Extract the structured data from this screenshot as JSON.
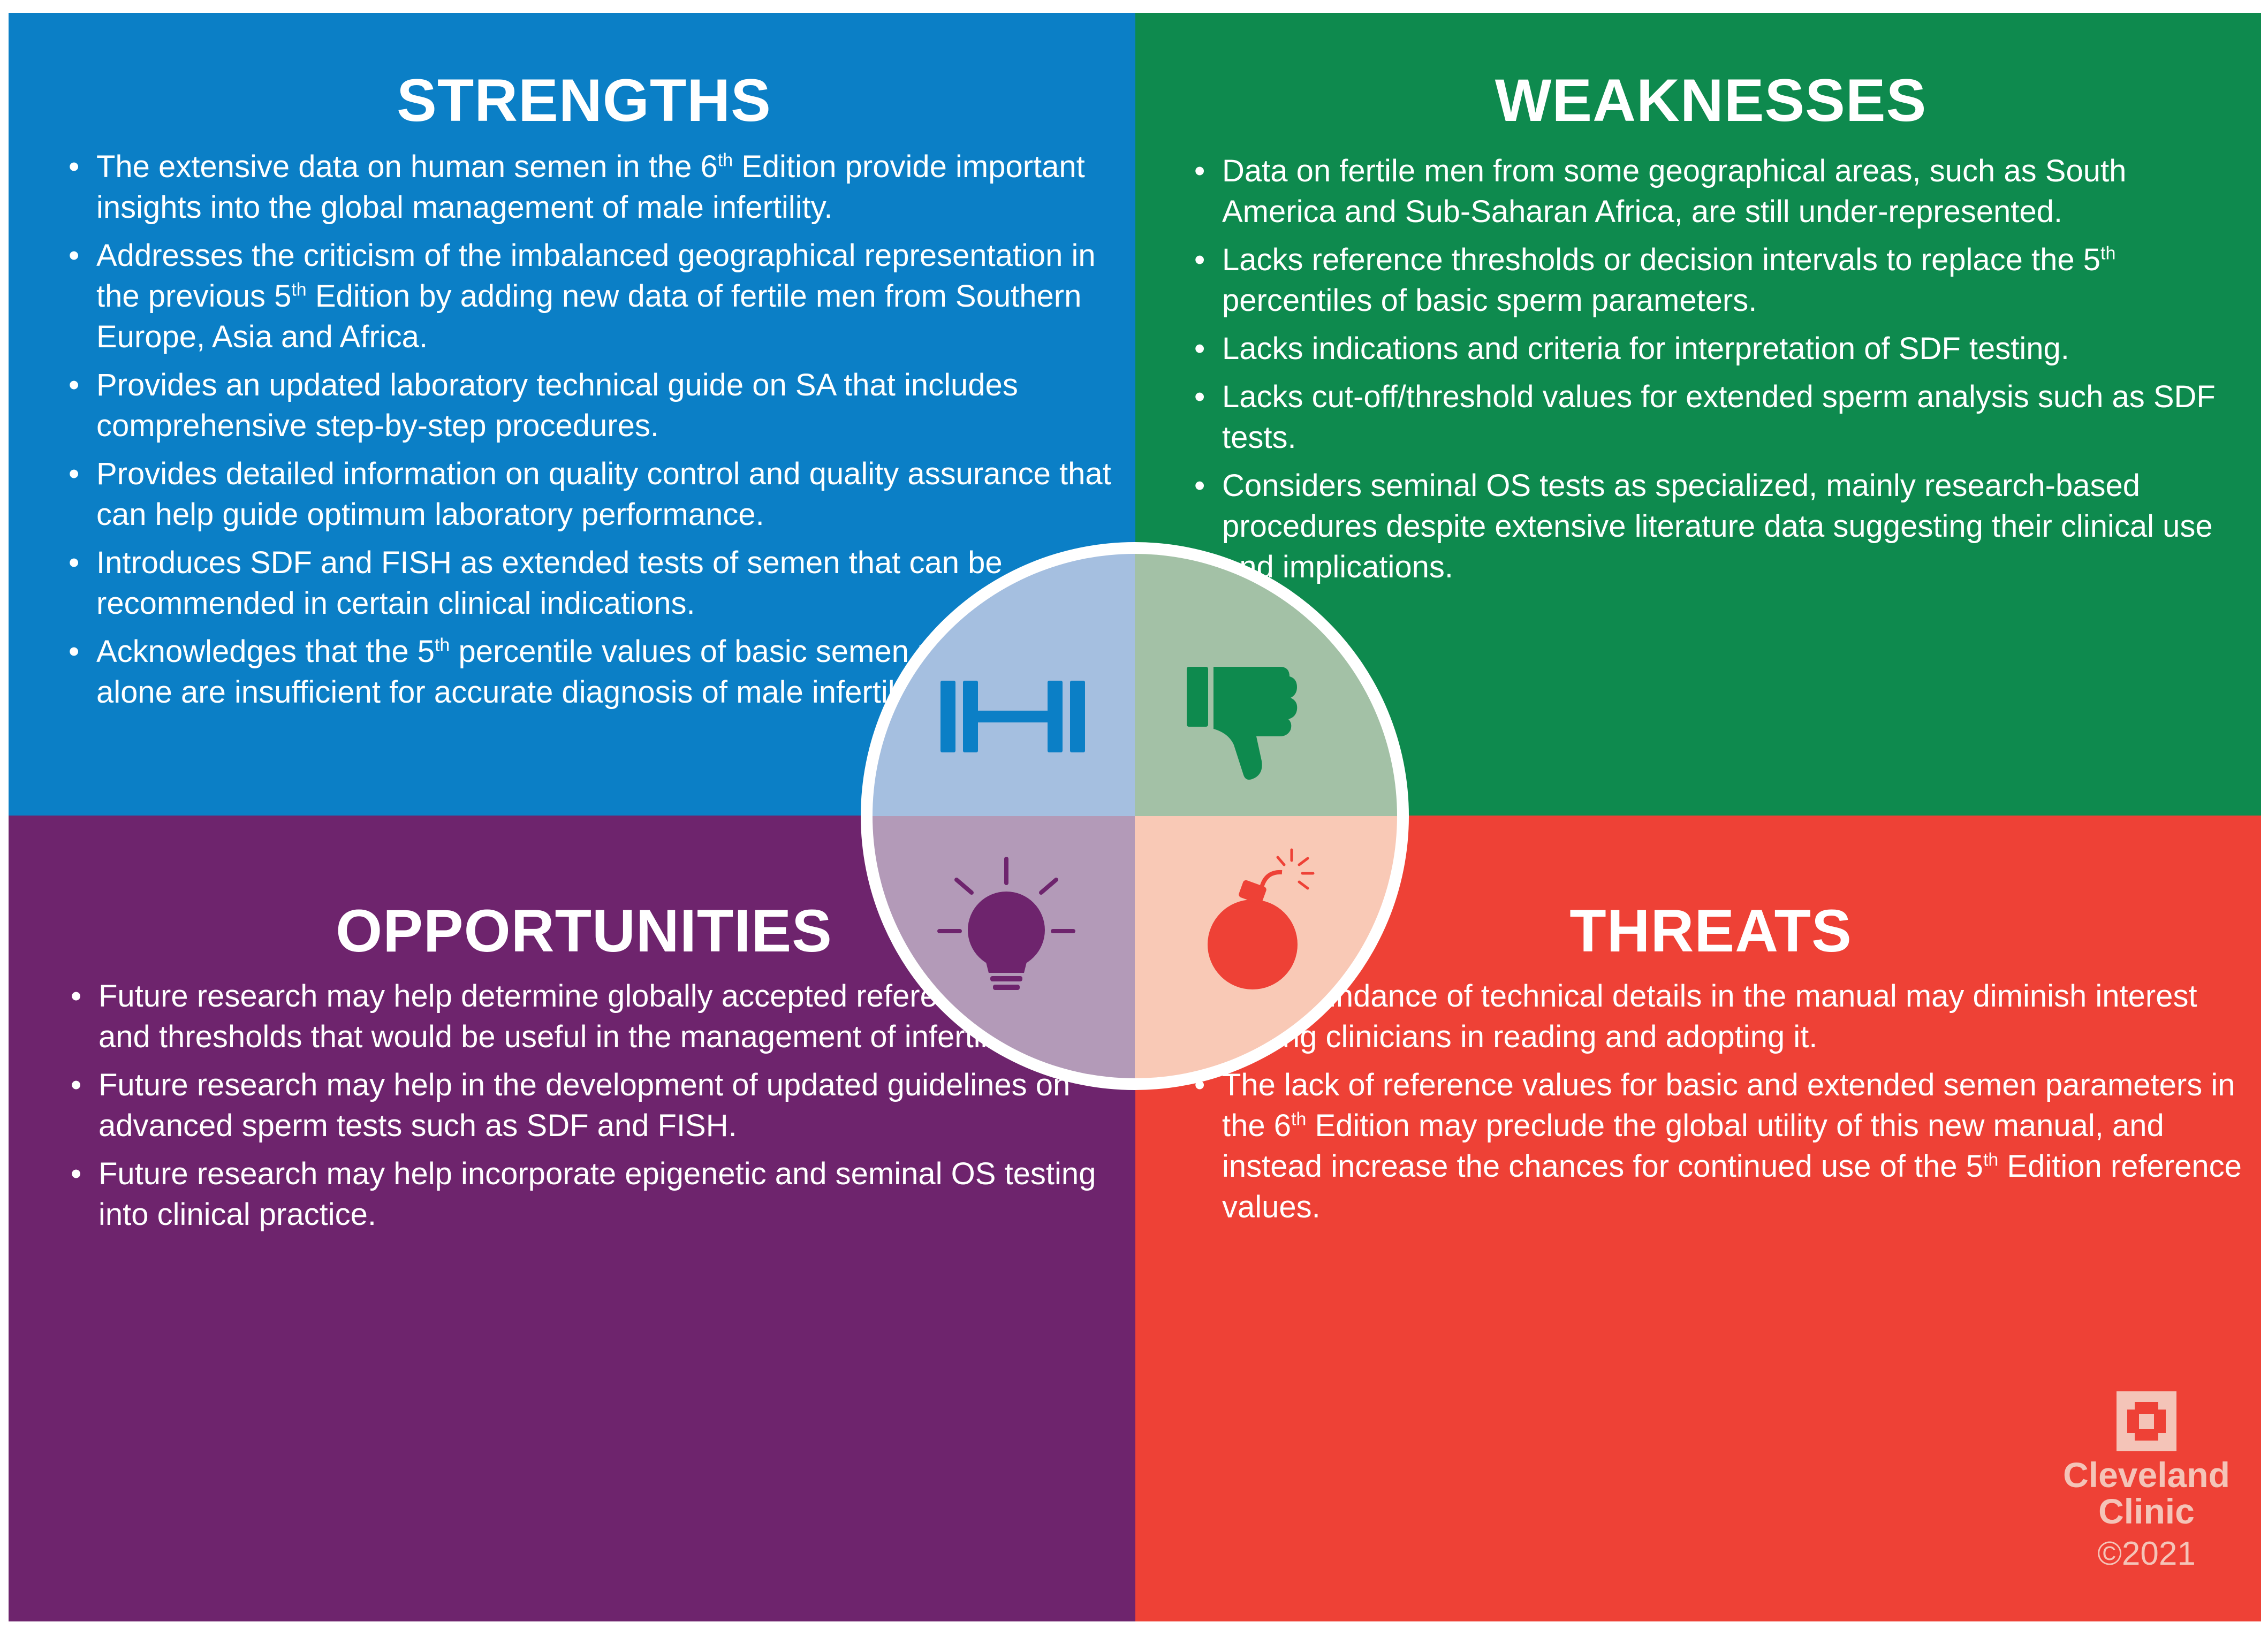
{
  "colors": {
    "strengths": "#0b7fc6",
    "weaknesses": "#0e8a4e",
    "opportunities": "#6e246d",
    "threats": "#ee4136",
    "circle_ring": "#ffffff",
    "strengths_tint": "#a5bfe0",
    "weaknesses_tint": "#a3c1a6",
    "opportunities_tint": "#b39ab8",
    "threats_tint": "#f9c9b6"
  },
  "strengths": {
    "title": "STRENGTHS",
    "icon": "dumbbell-icon",
    "items": [
      [
        {
          "t": "The extensive data on human semen in the 6"
        },
        {
          "sup": "th"
        },
        {
          "t": " Edition provide important insights into the global management of male infertility."
        }
      ],
      [
        {
          "t": "Addresses the criticism of the imbalanced geographical representation in the previous 5"
        },
        {
          "sup": "th"
        },
        {
          "t": " Edition by adding new data of fertile men from Southern Europe, Asia and Africa."
        }
      ],
      [
        {
          "t": "Provides an updated laboratory technical guide on SA that includes comprehensive step-by-step procedures."
        }
      ],
      [
        {
          "t": "Provides detailed information on quality control and quality assurance that can help guide optimum laboratory performance."
        }
      ],
      [
        {
          "t": "Introduces SDF and FISH as extended tests of semen that can be recommended in certain clinical indications."
        }
      ],
      [
        {
          "t": "Acknowledges that the 5"
        },
        {
          "sup": "th"
        },
        {
          "t": " percentile values of basic semen parameters alone are insufficient for accurate diagnosis of male infertility."
        }
      ]
    ]
  },
  "weaknesses": {
    "title": "WEAKNESSES",
    "icon": "thumbs-down-icon",
    "items": [
      [
        {
          "t": "Data on fertile men from some geographical areas, such as South America and Sub-Saharan Africa, are still under-represented."
        }
      ],
      [
        {
          "t": "Lacks reference thresholds or decision intervals to replace the 5"
        },
        {
          "sup": "th"
        },
        {
          "t": " percentiles of basic sperm parameters."
        }
      ],
      [
        {
          "t": "Lacks indications and criteria for interpretation of SDF testing."
        }
      ],
      [
        {
          "t": "Lacks cut-off/threshold values for extended sperm analysis such as SDF tests."
        }
      ],
      [
        {
          "t": "Considers seminal OS tests as specialized, mainly research-based procedures despite extensive literature data suggesting their clinical use and implications."
        }
      ]
    ]
  },
  "opportunities": {
    "title": "OPPORTUNITIES",
    "icon": "lightbulb-icon",
    "items": [
      [
        {
          "t": "Future research may help determine globally accepted reference ranges and thresholds that would be useful in the management of infertility."
        }
      ],
      [
        {
          "t": "Future research may help in the development of updated guidelines on advanced sperm tests such as SDF and FISH."
        }
      ],
      [
        {
          "t": "Future research may help incorporate epigenetic and seminal OS testing into clinical practice."
        }
      ]
    ]
  },
  "threats": {
    "title": "THREATS",
    "icon": "bomb-icon",
    "items": [
      [
        {
          "t": "The abundance of technical details in the manual may diminish interest among clinicians in reading and adopting it."
        }
      ],
      [
        {
          "t": "The lack of reference values for basic and extended semen parameters in the 6"
        },
        {
          "sup": "th"
        },
        {
          "t": " Edition may preclude the global utility of this new manual, and instead increase the chances for continued use of the 5"
        },
        {
          "sup": "th"
        },
        {
          "t": " Edition reference values."
        }
      ]
    ]
  },
  "logo": {
    "icon": "cleveland-clinic-logo-icon",
    "name_line1": "Cleveland",
    "name_line2": "Clinic",
    "copyright": "©2021"
  }
}
